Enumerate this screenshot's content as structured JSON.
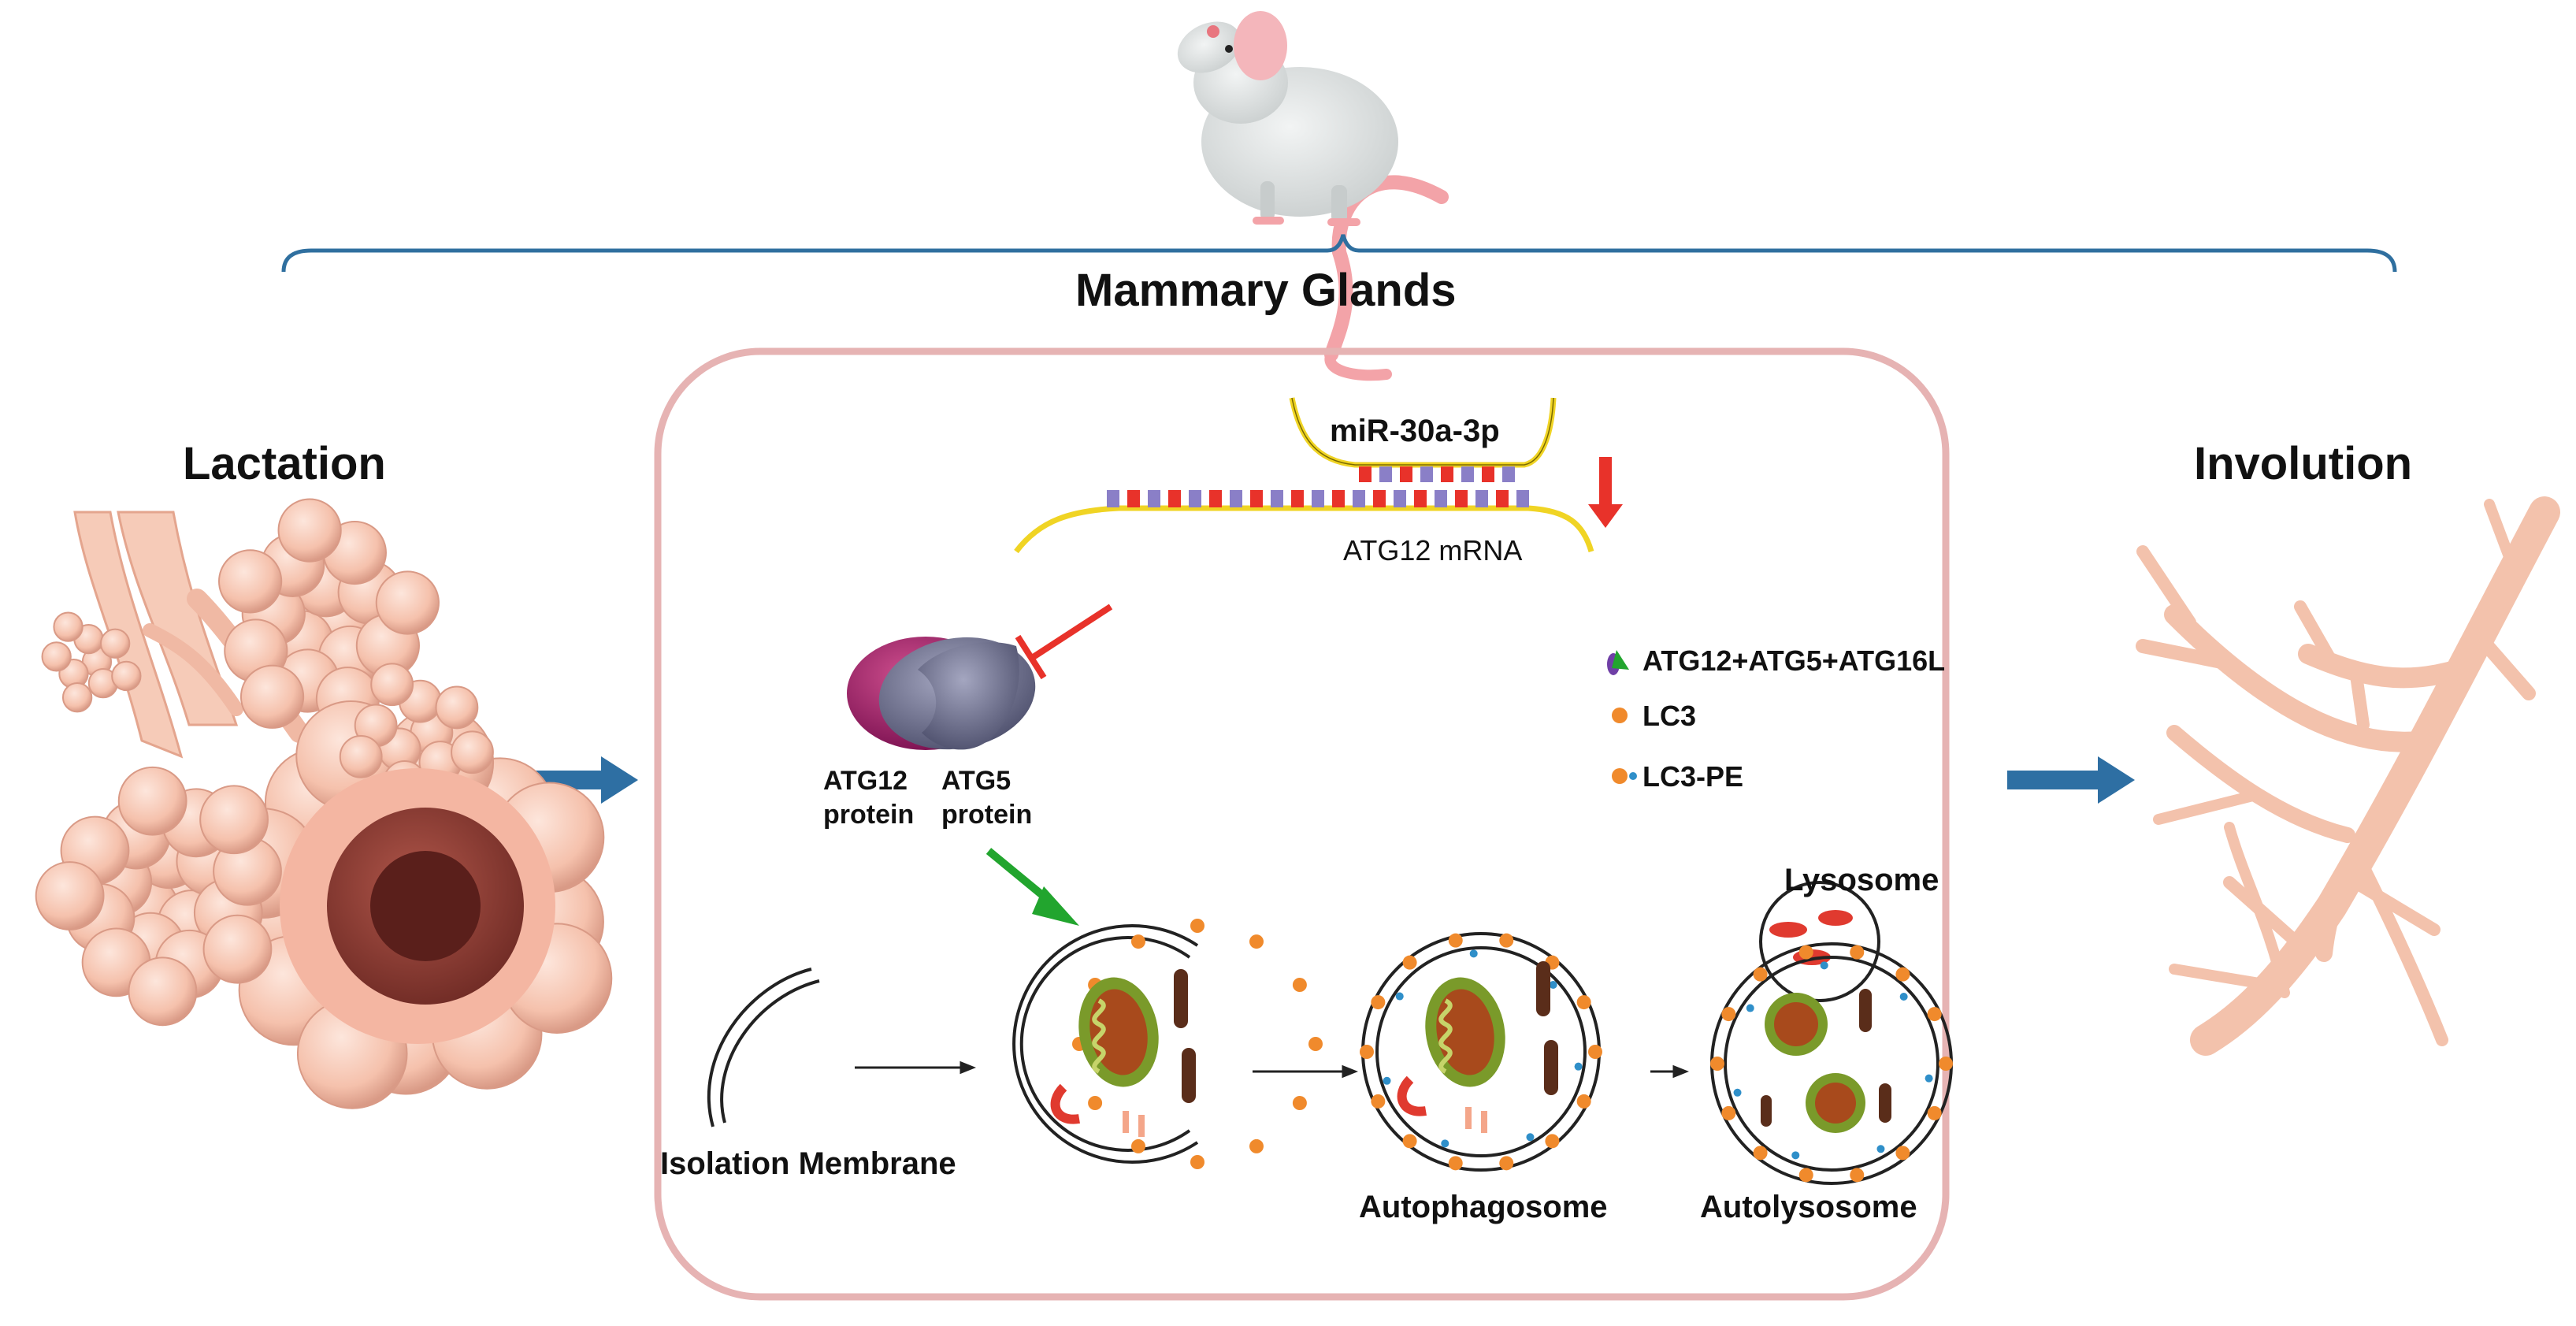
{
  "title": "Mammary Glands",
  "stages": {
    "left": "Lactation",
    "right": "Involution"
  },
  "mirna": {
    "name": "miR-30a-3p",
    "target": "ATG12 mRNA"
  },
  "proteins": {
    "atg12_line1": "ATG12",
    "atg12_line2": "protein",
    "atg5_line1": "ATG5",
    "atg5_line2": "protein"
  },
  "legend": [
    {
      "label": "ATG12+ATG5+ATG16L",
      "icon": "atg-complex-icon"
    },
    {
      "label": "LC3",
      "icon": "lc3-dot-icon"
    },
    {
      "label": "LC3-PE",
      "icon": "lc3-pe-icon"
    }
  ],
  "autophagy_stages": {
    "isolation": "Isolation Membrane",
    "autophagosome": "Autophagosome",
    "autolysosome": "Autolysosome",
    "lysosome": "Lysosome"
  },
  "colors": {
    "panel_border": "#e6b3b3",
    "bracket": "#2f6f9f",
    "flow_arrow": "#2e6fa3",
    "inhibit": "#e8322a",
    "activate": "#22a52e",
    "mrna_backbone": "#f0d424",
    "tissue": "#f5c2ad",
    "atg12_protein": "#9c1f6a",
    "atg5_protein": "#6f7191",
    "lc3": "#f08a2c",
    "lc3_pe": "#2f8fc9",
    "mitochondria": "#7a9a2a",
    "lysosome_cargo": "#e03a2f"
  }
}
